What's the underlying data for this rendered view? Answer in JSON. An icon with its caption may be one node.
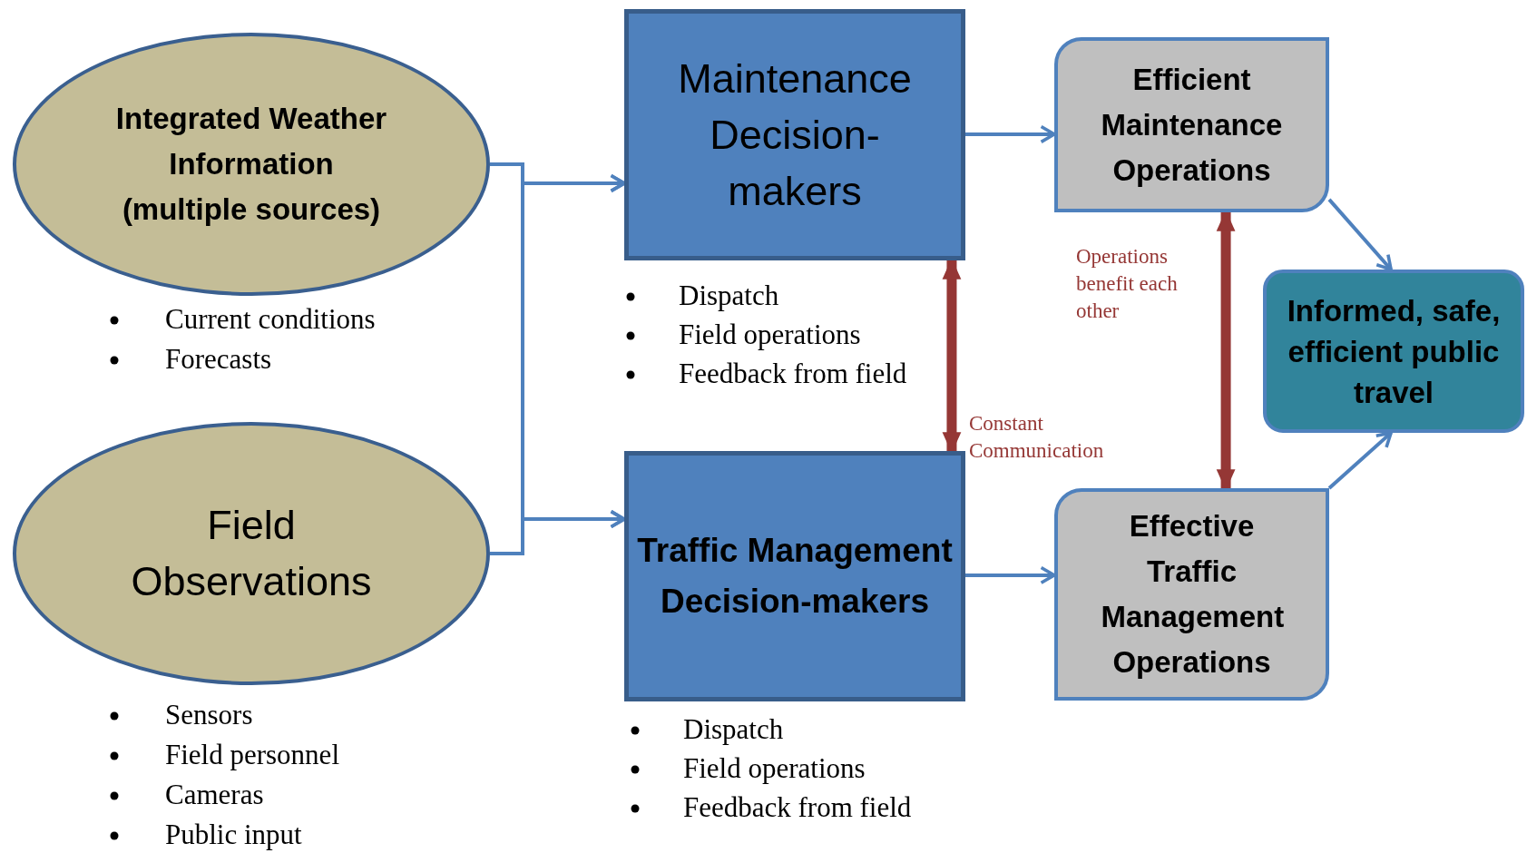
{
  "diagram": {
    "nodes": [
      {
        "text": [
          "Integrated Weather Information (multiple sources)"
        ],
        "beside": [
          "Current conditions",
          "Forecasts"
        ]
      },
      {
        "text": [
          "Field Observations"
        ],
        "beside": [
          "Sensors",
          "Field personnel",
          "Cameras",
          "Public input"
        ]
      },
      {
        "text": [
          "Maintenance Decision-makers"
        ],
        "beside": [
          "Dispatch",
          "Field operations",
          "Feedback from field"
        ]
      },
      {
        "text": [
          "Traffic Management Decision-makers"
        ],
        "beside": [
          "Dispatch",
          "Field operations",
          "Feedback from field"
        ]
      },
      {
        "text": [
          "Efficient Maintenance Operations"
        ]
      },
      {
        "text": [
          "Effective Traffic Management Operations"
        ]
      },
      {
        "text": [
          "Informed, safe, efficient public travel"
        ]
      }
    ],
    "edges": [
      {
        "from": 0,
        "to": 2,
        "arrow": "to"
      },
      {
        "from": 0,
        "to": 3,
        "arrow": "to"
      },
      {
        "from": 1,
        "to": 2,
        "arrow": "to"
      },
      {
        "from": 1,
        "to": 3,
        "arrow": "to"
      },
      {
        "from": 2,
        "to": 4,
        "arrow": "to"
      },
      {
        "from": 3,
        "to": 5,
        "arrow": "to"
      },
      {
        "from": 4,
        "to": 6,
        "arrow": "to"
      },
      {
        "from": 5,
        "to": 6,
        "arrow": "to"
      },
      {
        "from": 2,
        "to": 3,
        "arrow": "both",
        "label": "Constant Communication",
        "style": "thick",
        "color": "#953735"
      },
      {
        "from": 4,
        "to": 5,
        "arrow": "both",
        "label": "Operations benefit each other",
        "style": "thick",
        "color": "#953735"
      }
    ]
  }
}
